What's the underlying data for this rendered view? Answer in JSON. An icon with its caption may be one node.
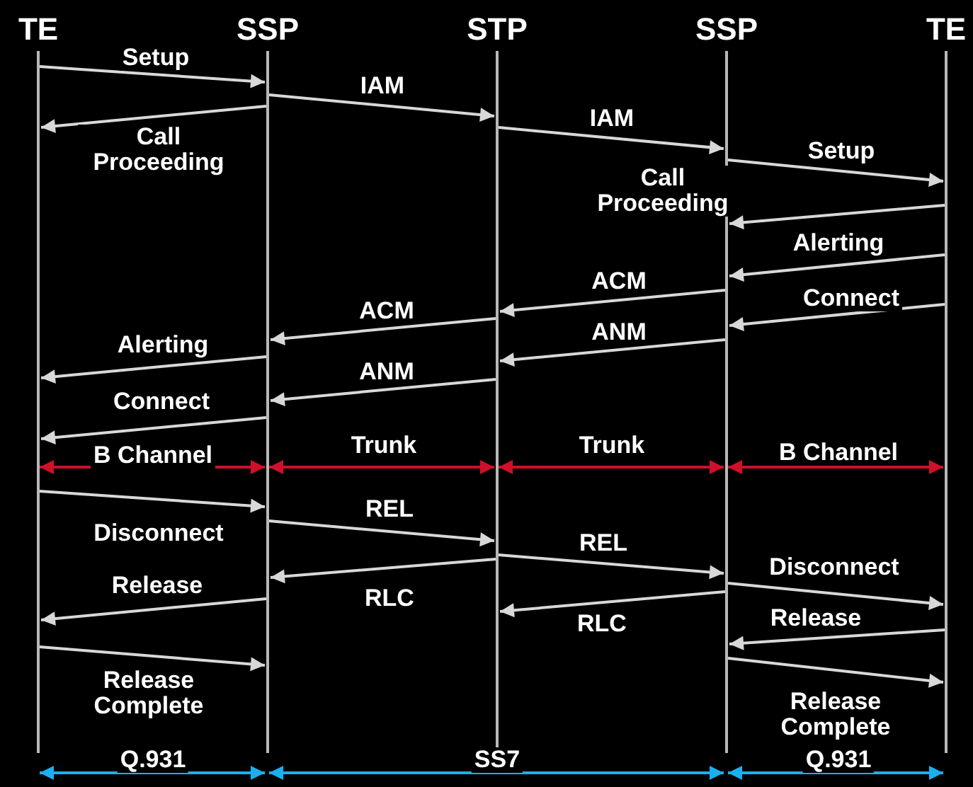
{
  "diagram": {
    "nodes": [
      {
        "text": [
          "TE"
        ]
      },
      {
        "text": [
          "SSP"
        ]
      },
      {
        "text": [
          "STP"
        ]
      },
      {
        "text": [
          "SSP"
        ]
      },
      {
        "text": [
          "TE"
        ]
      }
    ],
    "edges": [
      {
        "from": 0,
        "to": 1,
        "arrow": "to",
        "label": "Setup"
      },
      {
        "from": 1,
        "to": 2,
        "arrow": "to",
        "label": "IAM"
      },
      {
        "from": 1,
        "to": 0,
        "arrow": "to",
        "label": "Call Proceeding"
      },
      {
        "from": 2,
        "to": 3,
        "arrow": "to",
        "label": "IAM"
      },
      {
        "from": 3,
        "to": 4,
        "arrow": "to",
        "label": "Setup"
      },
      {
        "from": 4,
        "to": 3,
        "arrow": "to",
        "label": "Call Proceeding"
      },
      {
        "from": 4,
        "to": 3,
        "arrow": "to",
        "label": "Alerting"
      },
      {
        "from": 3,
        "to": 2,
        "arrow": "to",
        "label": "ACM"
      },
      {
        "from": 4,
        "to": 3,
        "arrow": "to",
        "label": "Connect"
      },
      {
        "from": 2,
        "to": 1,
        "arrow": "to",
        "label": "ACM"
      },
      {
        "from": 3,
        "to": 2,
        "arrow": "to",
        "label": "ANM"
      },
      {
        "from": 1,
        "to": 0,
        "arrow": "to",
        "label": "Alerting"
      },
      {
        "from": 2,
        "to": 1,
        "arrow": "to",
        "label": "ANM"
      },
      {
        "from": 1,
        "to": 0,
        "arrow": "to",
        "label": "Connect"
      },
      {
        "from": 0,
        "to": 1,
        "arrow": "both",
        "label": "B Channel",
        "color": "#d0102a"
      },
      {
        "from": 1,
        "to": 2,
        "arrow": "both",
        "label": "Trunk",
        "color": "#d0102a"
      },
      {
        "from": 2,
        "to": 3,
        "arrow": "both",
        "label": "Trunk",
        "color": "#d0102a"
      },
      {
        "from": 3,
        "to": 4,
        "arrow": "both",
        "label": "B Channel",
        "color": "#d0102a"
      },
      {
        "from": 0,
        "to": 1,
        "arrow": "to",
        "label": "Disconnect"
      },
      {
        "from": 1,
        "to": 2,
        "arrow": "to",
        "label": "REL"
      },
      {
        "from": 2,
        "to": 3,
        "arrow": "to",
        "label": "REL"
      },
      {
        "from": 2,
        "to": 1,
        "arrow": "to",
        "label": "RLC"
      },
      {
        "from": 3,
        "to": 4,
        "arrow": "to",
        "label": "Disconnect"
      },
      {
        "from": 1,
        "to": 0,
        "arrow": "to",
        "label": "Release"
      },
      {
        "from": 3,
        "to": 2,
        "arrow": "to",
        "label": "RLC"
      },
      {
        "from": 4,
        "to": 3,
        "arrow": "to",
        "label": "Release"
      },
      {
        "from": 0,
        "to": 1,
        "arrow": "to",
        "label": "Release Complete"
      },
      {
        "from": 3,
        "to": 4,
        "arrow": "to",
        "label": "Release Complete"
      },
      {
        "from": 0,
        "to": 1,
        "arrow": "both",
        "label": "Q.931",
        "color": "#1ab0f0"
      },
      {
        "from": 1,
        "to": 3,
        "arrow": "both",
        "label": "SS7",
        "color": "#1ab0f0"
      },
      {
        "from": 3,
        "to": 4,
        "arrow": "both",
        "label": "Q.931",
        "color": "#1ab0f0"
      }
    ]
  }
}
